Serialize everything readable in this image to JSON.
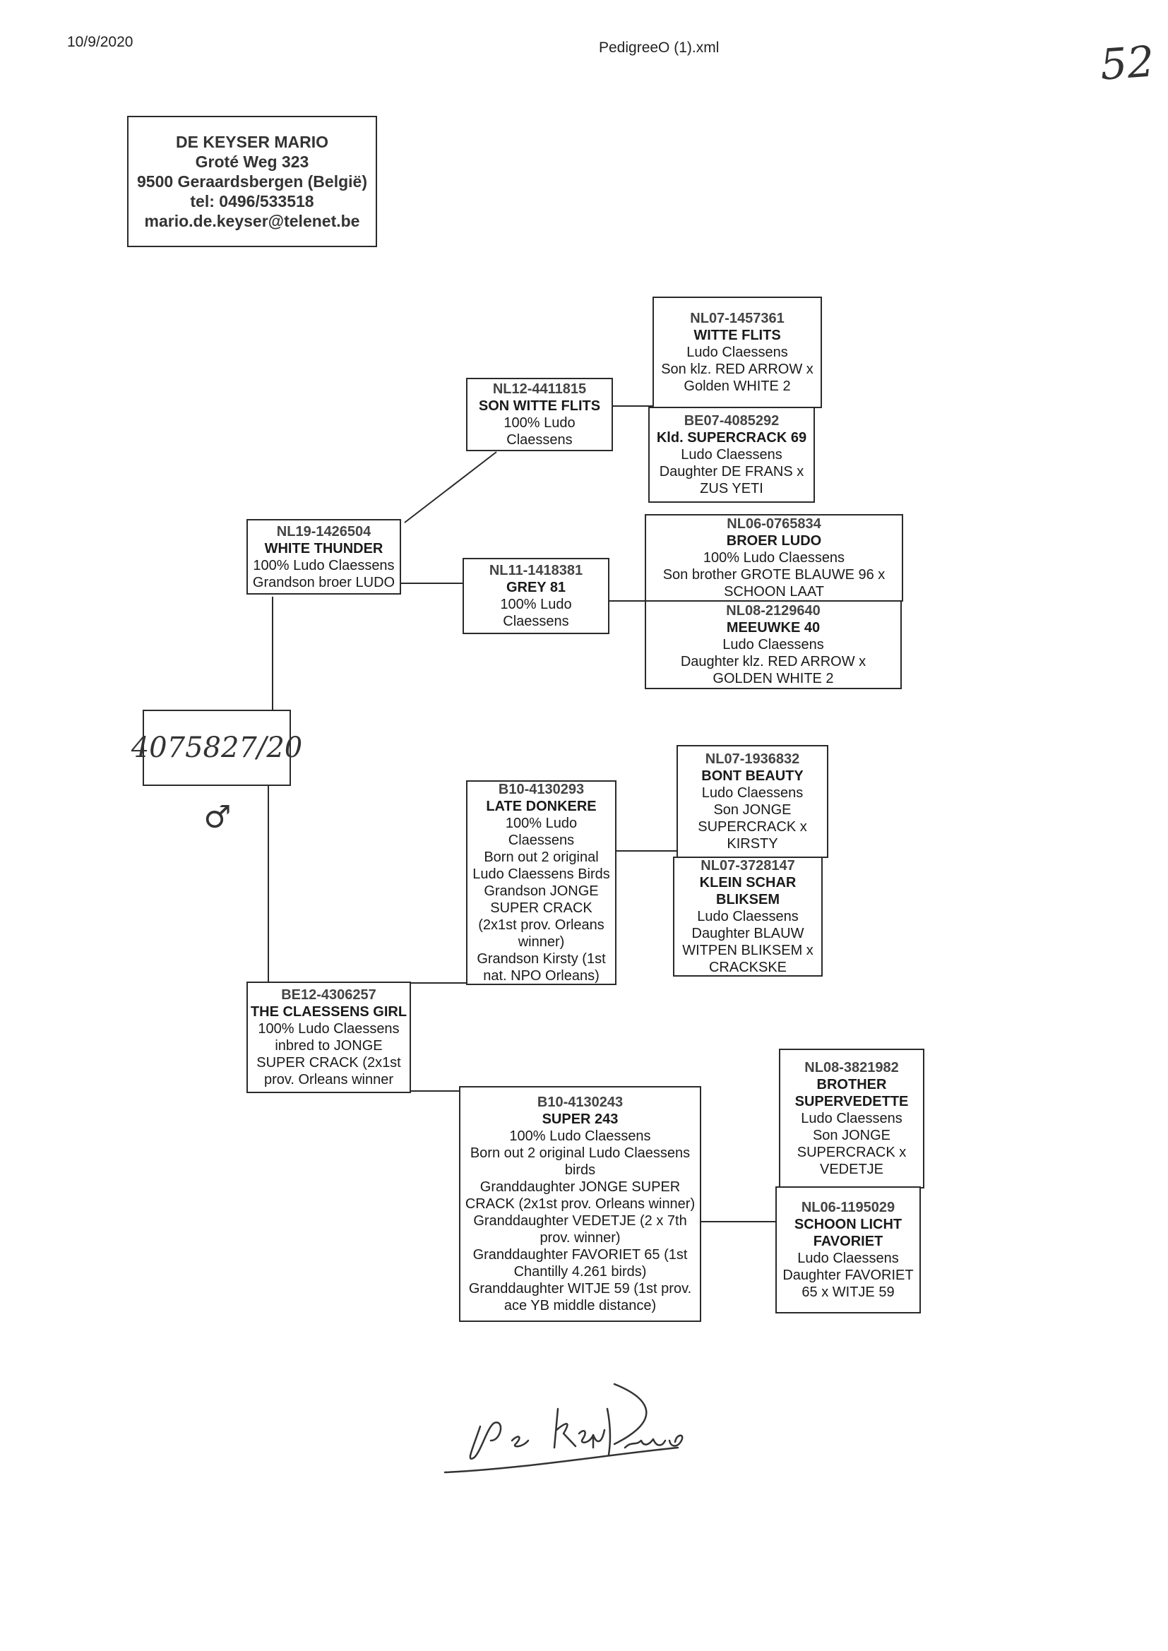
{
  "header": {
    "date": "10/9/2020",
    "filename": "PedigreeO (1).xml",
    "page_mark": "52"
  },
  "owner": {
    "lines": [
      "DE KEYSER MARIO",
      "Groté Weg 323",
      "9500 Geraardsbergen (België)",
      "tel: 0496/533518",
      "mario.de.keyser@telenet.be"
    ]
  },
  "subject": {
    "ring": "4075827/20",
    "sex": "♂"
  },
  "sire": {
    "ring": "NL19-1426504",
    "name": "WHITE THUNDER",
    "lines": [
      "100% Ludo Claessens",
      "Grandson broer LUDO"
    ]
  },
  "sire_sire": {
    "ring": "NL12-4411815",
    "name": "SON WITTE FLITS",
    "lines": [
      "100% Ludo",
      "Claessens"
    ]
  },
  "sire_dam": {
    "ring": "NL11-1418381",
    "name": "GREY 81",
    "lines": [
      "100% Ludo",
      "Claessens"
    ]
  },
  "ss_sire": {
    "ring": "NL07-1457361",
    "name": "WITTE FLITS",
    "lines": [
      "Ludo Claessens",
      "Son klz. RED ARROW x",
      "Golden WHITE 2"
    ]
  },
  "ss_dam": {
    "ring": "BE07-4085292",
    "name": "Kld. SUPERCRACK 69",
    "lines": [
      "Ludo Claessens",
      "Daughter DE FRANS x",
      "ZUS YETI"
    ]
  },
  "sd_sire": {
    "ring": "NL06-0765834",
    "name": "BROER LUDO",
    "lines": [
      "100% Ludo Claessens",
      "Son brother GROTE BLAUWE 96 x",
      "SCHOON LAAT"
    ]
  },
  "sd_dam": {
    "ring": "NL08-2129640",
    "name": "MEEUWKE 40",
    "lines": [
      "Ludo Claessens",
      "Daughter klz. RED ARROW x",
      "GOLDEN WHITE 2"
    ]
  },
  "dam": {
    "ring": "BE12-4306257",
    "name": "THE CLAESSENS GIRL",
    "lines": [
      "100% Ludo Claessens",
      "inbred to JONGE",
      "SUPER CRACK (2x1st",
      "prov. Orleans winner"
    ]
  },
  "dam_sire": {
    "ring": "B10-4130293",
    "name": "LATE DONKERE",
    "lines": [
      "100% Ludo",
      "Claessens",
      "Born out 2 original",
      "Ludo Claessens Birds",
      "Grandson JONGE",
      "SUPER CRACK",
      "(2x1st prov. Orleans",
      "winner)",
      "Grandson Kirsty (1st",
      "nat. NPO Orleans)"
    ]
  },
  "dam_dam": {
    "ring": "B10-4130243",
    "name": "SUPER 243",
    "lines": [
      "100% Ludo Claessens",
      "Born out 2 original Ludo Claessens",
      "birds",
      "Granddaughter JONGE SUPER",
      "CRACK (2x1st prov. Orleans winner)",
      "Granddaughter VEDETJE (2 x 7th",
      "prov. winner)",
      "Granddaughter FAVORIET 65 (1st",
      "Chantilly 4.261 birds)",
      "Granddaughter WITJE 59 (1st prov.",
      "ace YB middle distance)"
    ]
  },
  "ds_sire": {
    "ring": "NL07-1936832",
    "name": "BONT BEAUTY",
    "lines": [
      "Ludo Claessens",
      "Son JONGE",
      "SUPERCRACK x",
      "KIRSTY"
    ]
  },
  "ds_dam": {
    "ring": "NL07-3728147",
    "name": "KLEIN SCHAR",
    "name2": "BLIKSEM",
    "lines": [
      "Ludo Claessens",
      "Daughter BLAUW",
      "WITPEN BLIKSEM x",
      "CRACKSKE"
    ]
  },
  "dd_sire": {
    "ring": "NL08-3821982",
    "name": "BROTHER",
    "name2": "SUPERVEDETTE",
    "lines": [
      "Ludo Claessens",
      "Son JONGE",
      "SUPERCRACK x",
      "VEDETJE"
    ]
  },
  "dd_dam": {
    "ring": "NL06-1195029",
    "name": "SCHOON LICHT",
    "name2": "FAVORIET",
    "lines": [
      "Ludo Claessens",
      "Daughter FAVORIET",
      "65 x WITJE 59"
    ]
  },
  "signature": {
    "text": "De Keyser mario"
  }
}
